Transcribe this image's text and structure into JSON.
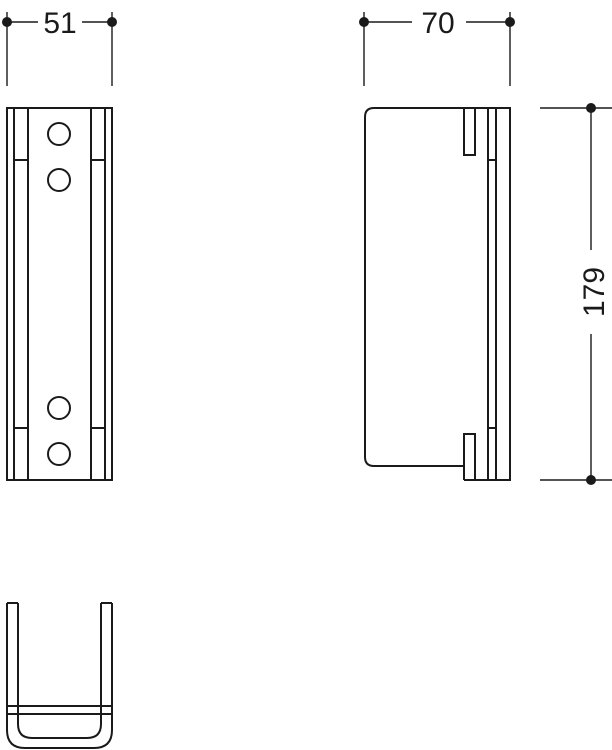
{
  "drawing": {
    "dimensions": {
      "front_width": "51",
      "side_depth": "70",
      "height": "179"
    },
    "colors": {
      "line": "#1a1a1a",
      "background": "#ffffff"
    }
  }
}
